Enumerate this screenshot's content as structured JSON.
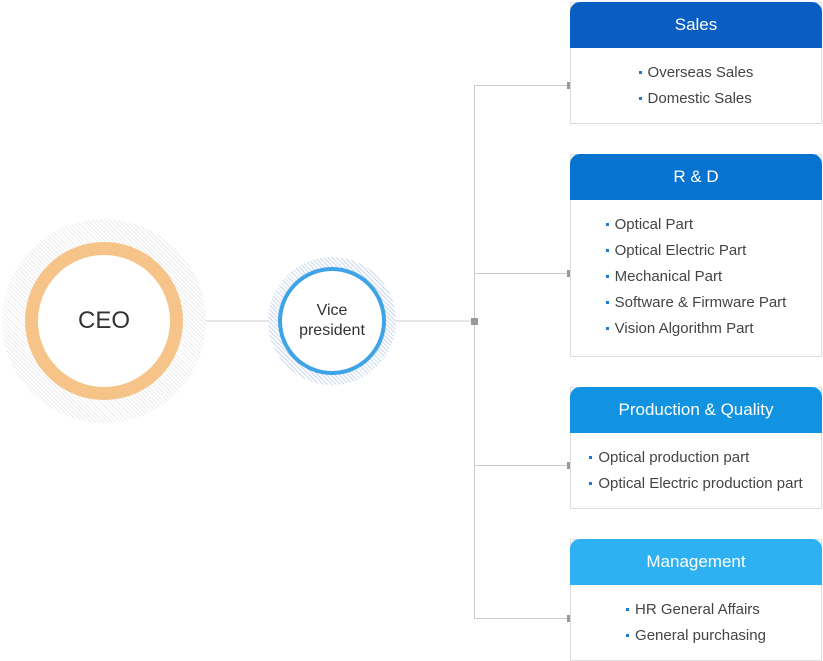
{
  "org": {
    "ceo": {
      "label": "CEO"
    },
    "vice_president": {
      "label": "Vice president"
    },
    "departments": [
      {
        "title": "Sales",
        "color": "#0a5dc2",
        "items": [
          "Overseas Sales",
          "Domestic Sales"
        ]
      },
      {
        "title": "R & D",
        "color": "#0673d1",
        "items": [
          "Optical Part",
          "Optical Electric Part",
          "Mechanical Part",
          "Software & Firmware Part",
          "Vision Algorithm Part"
        ]
      },
      {
        "title": "Production & Quality",
        "color": "#1293e2",
        "items": [
          "Optical production part",
          "Optical Electric production part"
        ]
      },
      {
        "title": "Management",
        "color": "#2eb1f2",
        "items": [
          "HR General Affairs",
          "General purchasing"
        ]
      }
    ]
  },
  "colors": {
    "ceo_ring": "#f6c489",
    "vp_ring": "#3fa3e7",
    "bullet": "#1e7ad0",
    "connector": "#cccccc"
  }
}
